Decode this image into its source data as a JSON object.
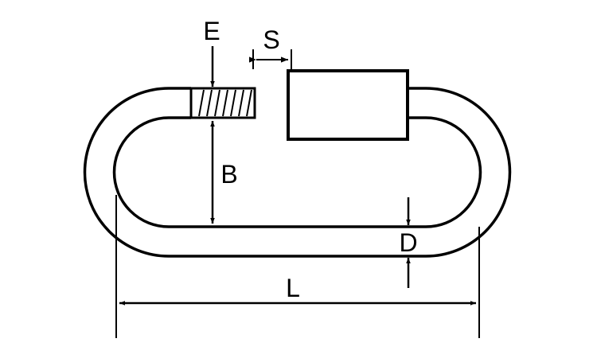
{
  "labels": {
    "e": "E",
    "s": "S",
    "b": "B",
    "d": "D",
    "l": "L"
  },
  "colors": {
    "line": "#000000",
    "background": "#ffffff"
  }
}
